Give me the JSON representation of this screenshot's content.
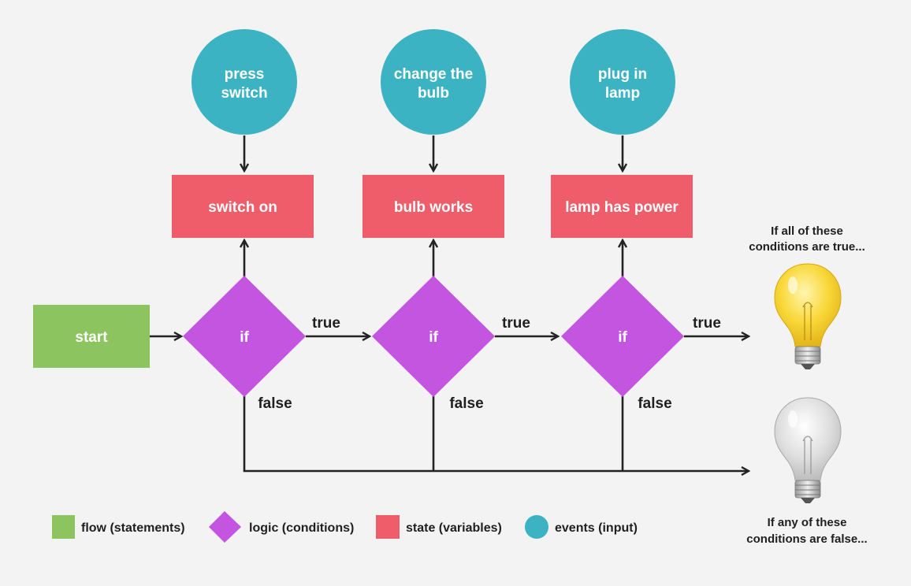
{
  "colors": {
    "flow": "#8cc55f",
    "logic": "#c455e0",
    "state": "#ee5d69",
    "event": "#3bb3c3",
    "line": "#222222",
    "background": "#f3f3f3"
  },
  "events": [
    {
      "line1": "press",
      "line2": "switch"
    },
    {
      "line1": "change the",
      "line2": "bulb"
    },
    {
      "line1": "plug in",
      "line2": "lamp"
    }
  ],
  "states": [
    "switch on",
    "bulb works",
    "lamp has power"
  ],
  "start_label": "start",
  "condition_label": "if",
  "true_label": "true",
  "false_label": "false",
  "outcomes": {
    "all_true": {
      "line1": "If all of these",
      "line2": "conditions are true...",
      "icon": "lit-bulb-icon"
    },
    "any_false": {
      "line1": "If any of these",
      "line2": "conditions are false...",
      "icon": "unlit-bulb-icon"
    }
  },
  "legend": [
    {
      "shape": "square",
      "color": "#8cc55f",
      "label": "flow (statements)"
    },
    {
      "shape": "diamond",
      "color": "#c455e0",
      "label": "logic (conditions)"
    },
    {
      "shape": "square",
      "color": "#ee5d69",
      "label": "state (variables)"
    },
    {
      "shape": "circle",
      "color": "#3bb3c3",
      "label": "events (input)"
    }
  ]
}
